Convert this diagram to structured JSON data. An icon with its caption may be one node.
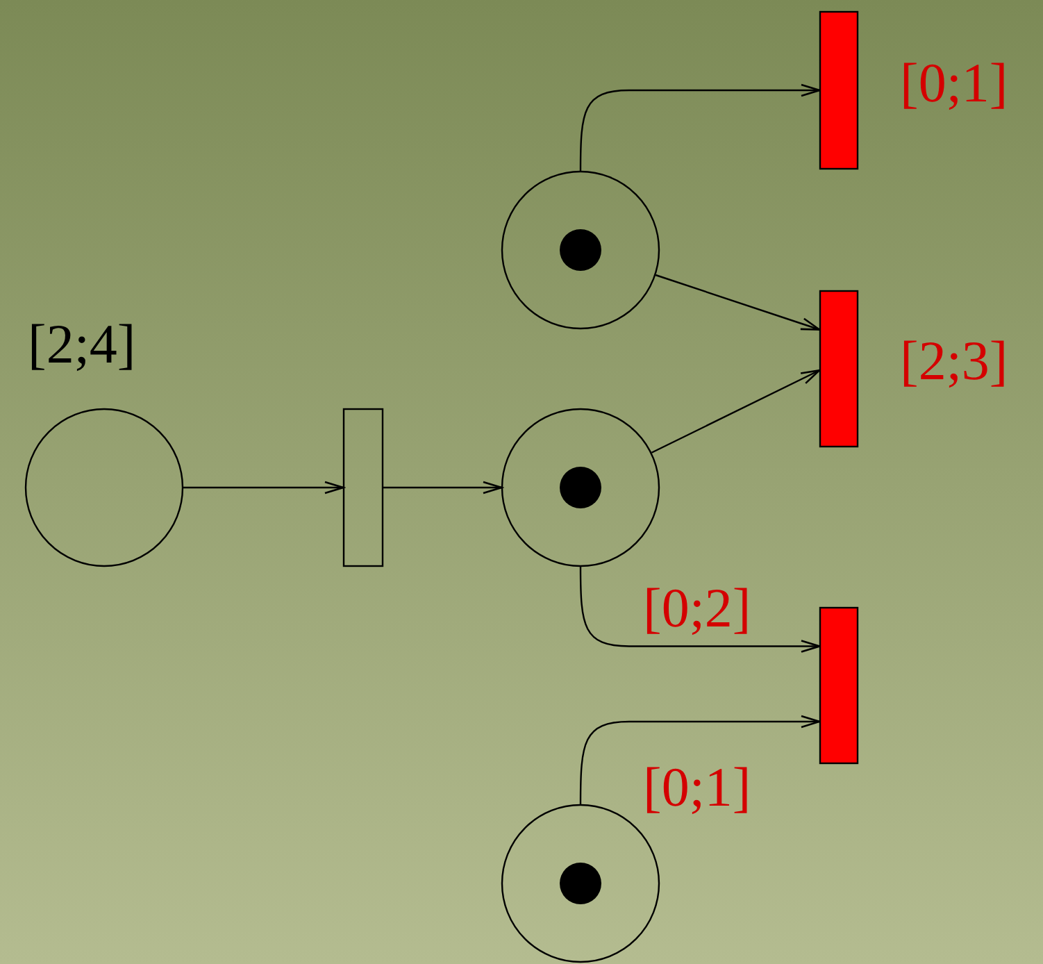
{
  "diagram": {
    "nodes": [
      {
        "text": [],
        "shape": "circle",
        "beside": [
          "[2;4]"
        ]
      },
      {
        "text": [],
        "shape": "bar"
      },
      {
        "text": [],
        "shape": "circle"
      },
      {
        "text": [],
        "shape": "circle"
      },
      {
        "text": [],
        "shape": "circle"
      },
      {
        "text": [],
        "shape": "bar",
        "beside": [
          "[0;1]"
        ]
      },
      {
        "text": [],
        "shape": "bar",
        "beside": [
          "[2;3]"
        ]
      },
      {
        "text": [],
        "shape": "bar"
      }
    ],
    "edges": [
      {
        "from": 0,
        "to": 1,
        "arrow": "to"
      },
      {
        "from": 1,
        "to": 3,
        "arrow": "to"
      },
      {
        "from": 2,
        "to": 5,
        "arrow": "to"
      },
      {
        "from": 2,
        "to": 6,
        "arrow": "to"
      },
      {
        "from": 3,
        "to": 6,
        "arrow": "to"
      },
      {
        "from": 3,
        "to": 7,
        "arrow": "to",
        "label": "[0;2]"
      },
      {
        "from": 4,
        "to": 7,
        "arrow": "to",
        "label": "[0;1]"
      }
    ]
  }
}
